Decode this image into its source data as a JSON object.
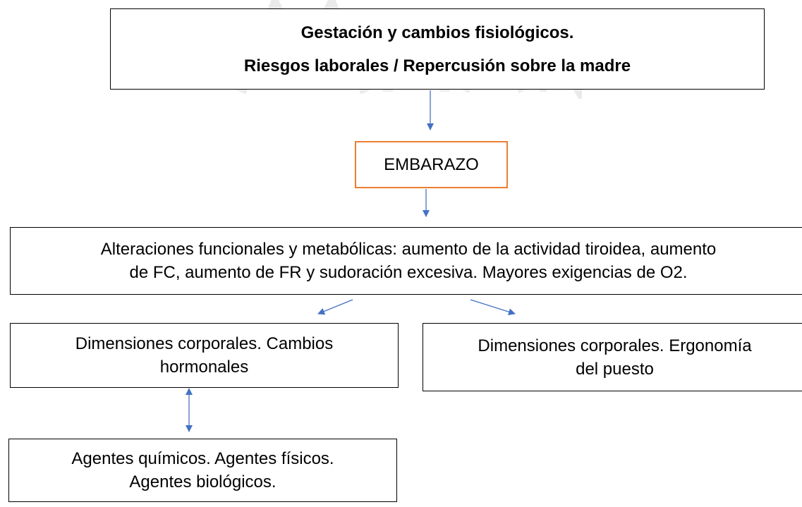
{
  "diagram": {
    "title_box": {
      "line1": "Gestación y cambios fisiológicos.",
      "line2": "Riesgos laborales / Repercusión sobre la madre"
    },
    "embarazo_box": {
      "label": "EMBARAZO"
    },
    "alteraciones_box": {
      "line1": "Alteraciones funcionales y metabólicas: aumento de la actividad tiroidea, aumento",
      "line2": "de FC, aumento de FR y sudoración excesiva. Mayores exigencias de O2."
    },
    "dimensiones_hormonales_box": {
      "line1": "Dimensiones corporales. Cambios",
      "line2": "hormonales"
    },
    "dimensiones_ergonomia_box": {
      "line1": "Dimensiones corporales. Ergonomía",
      "line2": "del puesto"
    },
    "agentes_box": {
      "line1": "Agentes químicos. Agentes físicos.",
      "line2": "Agentes biológicos."
    },
    "colors": {
      "arrow": "#4472c4",
      "embarazo_border": "#ed7d31",
      "border": "#000000"
    }
  }
}
